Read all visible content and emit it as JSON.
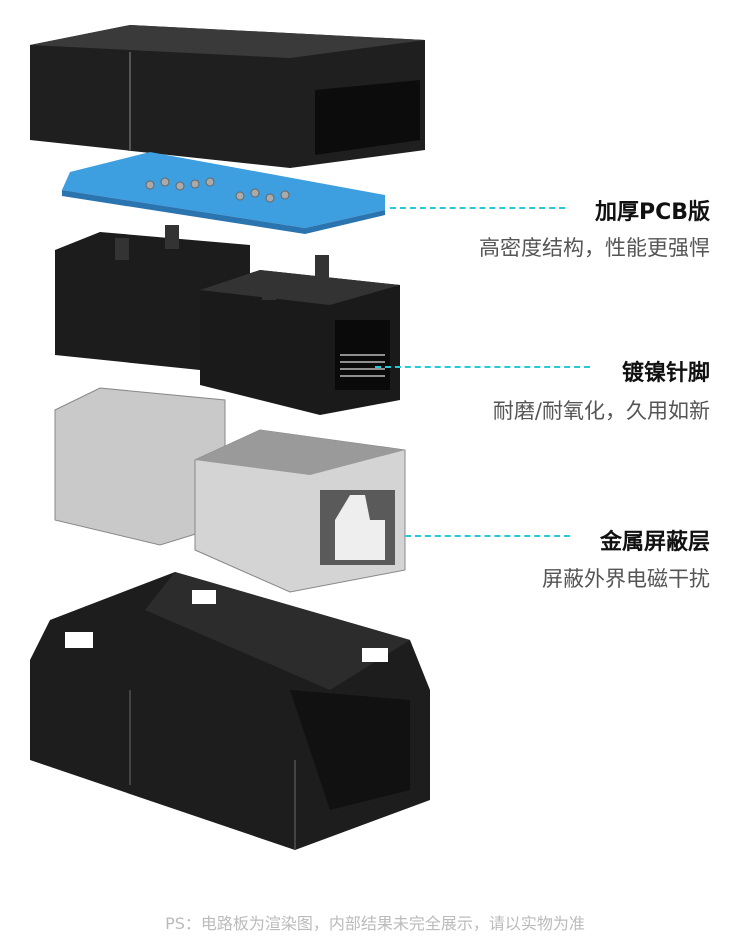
{
  "callouts": [
    {
      "title": "加厚PCB版",
      "subtitle": "高密度结构，性能更强悍"
    },
    {
      "title": "镀镍针脚",
      "subtitle": "耐磨/耐氧化，久用如新"
    },
    {
      "title": "金属屏蔽层",
      "subtitle": "屏蔽外界电磁干扰"
    }
  ],
  "footnote": "PS：电路板为渲染图，内部结果未完全展示，请以实物为准",
  "colors": {
    "accent_line": "#27c9d6",
    "pcb": "#3d9ee0",
    "housing": "#1e1e1e",
    "shield": "#c9c9c9"
  }
}
